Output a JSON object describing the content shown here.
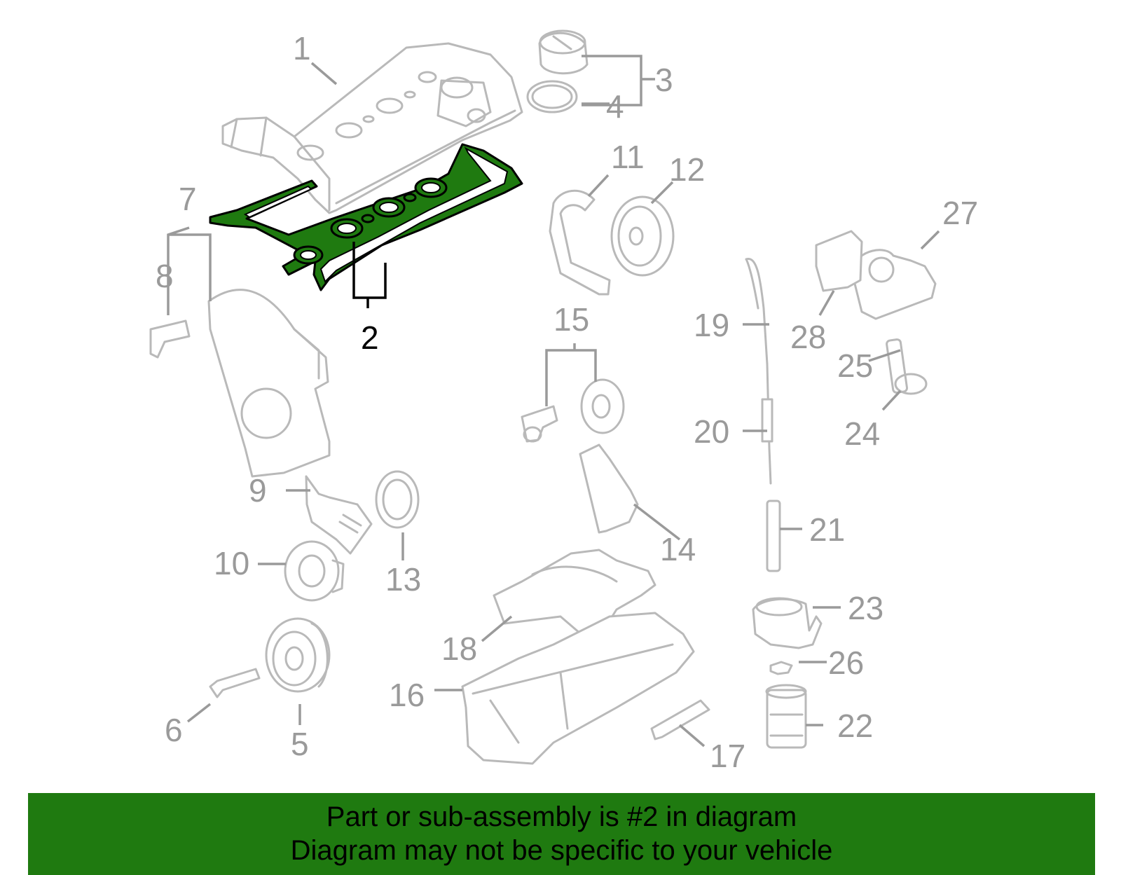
{
  "diagram": {
    "highlight_color": "#1f7a10",
    "part_line_color": "#b9b9b9",
    "highlighted_part": "2",
    "callouts": [
      "1",
      "2",
      "3",
      "4",
      "5",
      "6",
      "7",
      "8",
      "9",
      "10",
      "11",
      "12",
      "13",
      "14",
      "15",
      "16",
      "17",
      "18",
      "19",
      "20",
      "21",
      "22",
      "23",
      "24",
      "25",
      "26",
      "27",
      "28"
    ]
  },
  "footer": {
    "line1": "Part or sub-assembly is #2 in diagram",
    "line2": "Diagram may not be specific to your vehicle",
    "background": "#1f7a10"
  }
}
